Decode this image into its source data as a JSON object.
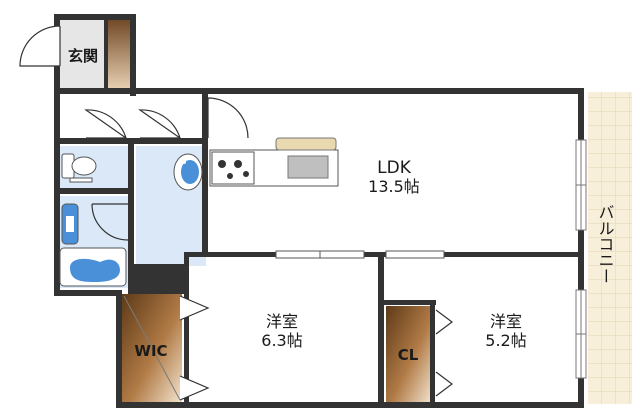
{
  "rooms": {
    "entrance": {
      "label": "玄関"
    },
    "ldk": {
      "label": "LDK",
      "size": "13.5帖"
    },
    "western_left": {
      "label": "洋室",
      "size": "6.3帖"
    },
    "western_right": {
      "label": "洋室",
      "size": "5.2帖"
    },
    "wic": {
      "label": "WIC"
    },
    "closet": {
      "label": "CL"
    },
    "balcony": {
      "label": "バルコニー"
    }
  },
  "colors": {
    "wall": "#333333",
    "wet_area": "#dbe8f7",
    "fixture_blue": "#4a90d9",
    "storage_wood": "#8b5a2b",
    "balcony_tile": "#f7efd9",
    "entrance_floor": "#e6e6e6",
    "counter_top": "#e8d9b0"
  }
}
